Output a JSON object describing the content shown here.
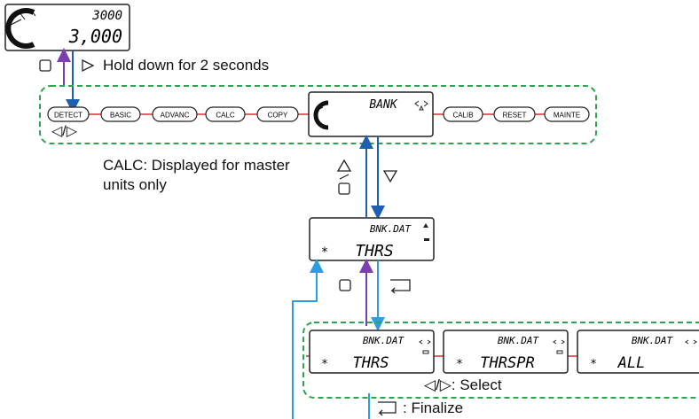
{
  "colors": {
    "blue_line": "#1f5fb0",
    "purple_line": "#7b3fb0",
    "light_blue_line": "#2b9de0",
    "red_connector": "#d83030",
    "green_group": "#2ea44f",
    "lcd_border": "#222222"
  },
  "top_display": {
    "value_top": "3000",
    "value_bottom": "3,000",
    "icon": "gauge-arc-icon"
  },
  "hold_instruction": {
    "keys": [
      "square-key-icon",
      "right-triangle-key-icon"
    ],
    "text": "Hold down for 2 seconds"
  },
  "menu_row": {
    "items_left": [
      "DETECT",
      "BASIC",
      "ADVANC",
      "CALC",
      "COPY"
    ],
    "bank_display": {
      "label": "BANK",
      "icon": "gauge-arc-icon"
    },
    "items_right": [
      "CALIB",
      "RESET",
      "MAINTE"
    ],
    "nav_keys_text": "◁/▷"
  },
  "calc_note": {
    "line1": "CALC: Displayed for master",
    "line2": "units only"
  },
  "bank_keys": {
    "up": "△",
    "down": "▽",
    "slash": "/",
    "square": "□"
  },
  "bank_data_display": {
    "title": "BNK.DAT",
    "value": "THRS",
    "star": "*"
  },
  "select_keys": {
    "square": "□",
    "enter": "enter-key-icon"
  },
  "options": [
    {
      "title": "BNK.DAT",
      "value": "THRS",
      "star": "*"
    },
    {
      "title": "BNK.DAT",
      "value": "THRSPR",
      "star": "*"
    },
    {
      "title": "BNK.DAT",
      "value": "ALL",
      "star": "*"
    }
  ],
  "select_text": "◁/▷: Select",
  "finalize_text": ": Finalize"
}
